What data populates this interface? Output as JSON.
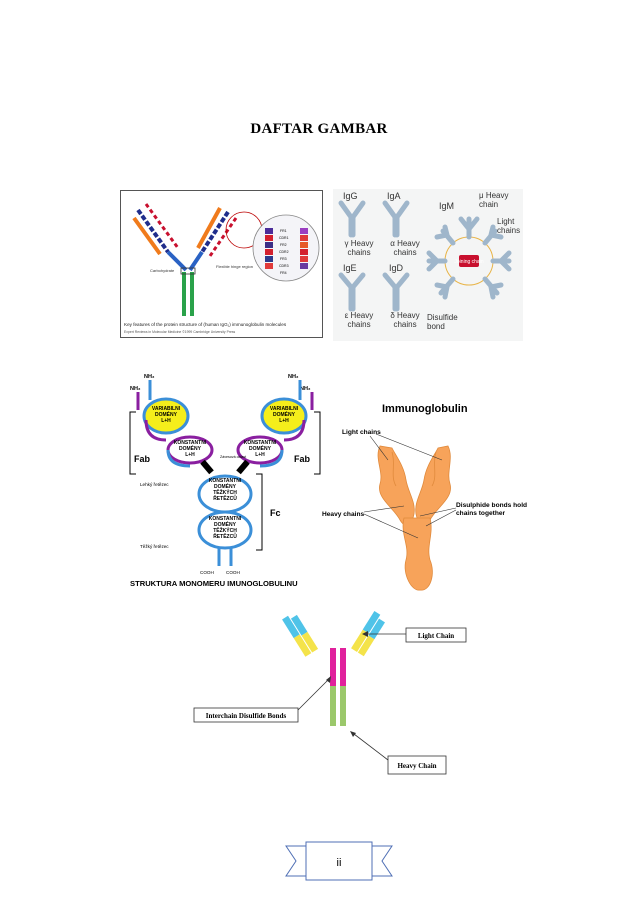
{
  "page": {
    "title": "DAFTAR GAMBAR",
    "page_number": "ii"
  },
  "figure1": {
    "caption": "Key features of the protein structure of (human IgG₁) immunoglobulin molecules",
    "credit": "Expert Reviews in Molecular Medicine ©1999 Cambridge University Press",
    "flexible_hinge": "Flexible hinge region",
    "carbohydrate": "Carbohydrate",
    "domain_labels": [
      "FR1",
      "CDR1",
      "FR2",
      "CDR2",
      "FR3",
      "CDR3",
      "FR4"
    ]
  },
  "figure2": {
    "igg": "IgG",
    "iga": "IgA",
    "ige": "IgE",
    "igd": "IgD",
    "igm": "IgM",
    "gamma": "γ Heavy chains",
    "alpha": "α Heavy chains",
    "epsilon": "ε Heavy chains",
    "delta": "δ Heavy chains",
    "mu": "μ Heavy chain",
    "light": "Light chains",
    "joining": "Joining chain",
    "disulfide": "Disulfide bond"
  },
  "figure3": {
    "nh2": "NH₂",
    "variable": [
      "VARIABILNÍ",
      "DOMÉNY",
      "L+H"
    ],
    "constant_light": [
      "KONSTANTNÍ",
      "DOMÉNY",
      "L+H"
    ],
    "hinge": "Závesová oblast",
    "heavy_constant": [
      "KONSTANTNÍ",
      "DOMÉNY",
      "TĚŽKÝCH",
      "ŘETĚZCŮ"
    ],
    "fab": "Fab",
    "fc": "Fc",
    "light_chain": "Lehký řetězec",
    "heavy_chain": "Těžký řetězec",
    "cooh": "COOH",
    "caption": "STRUKTURA MONOMERU IMUNOGLOBULINU"
  },
  "figure4": {
    "title": "Immunoglobulin",
    "light": "Light chains",
    "heavy": "Heavy chains",
    "bonds": "Disulphide bonds hold chains together"
  },
  "figure5": {
    "light": "Light Chain",
    "interchain": "Interchain Disulfide Bonds",
    "heavy": "Heavy Chain"
  },
  "colors": {
    "fig2_chain": "#9fb6cb",
    "fig3_chain": "#3b8fd8",
    "fig3_variable": "#f5ee1b",
    "fig3_purple": "#8a1fa0",
    "fig4_orange": "#f7a35a",
    "fig5_yellow": "#f4e34a",
    "fig5_cyan": "#4fc3e8",
    "fig5_magenta": "#e0219c",
    "fig5_green": "#9bc86b"
  }
}
